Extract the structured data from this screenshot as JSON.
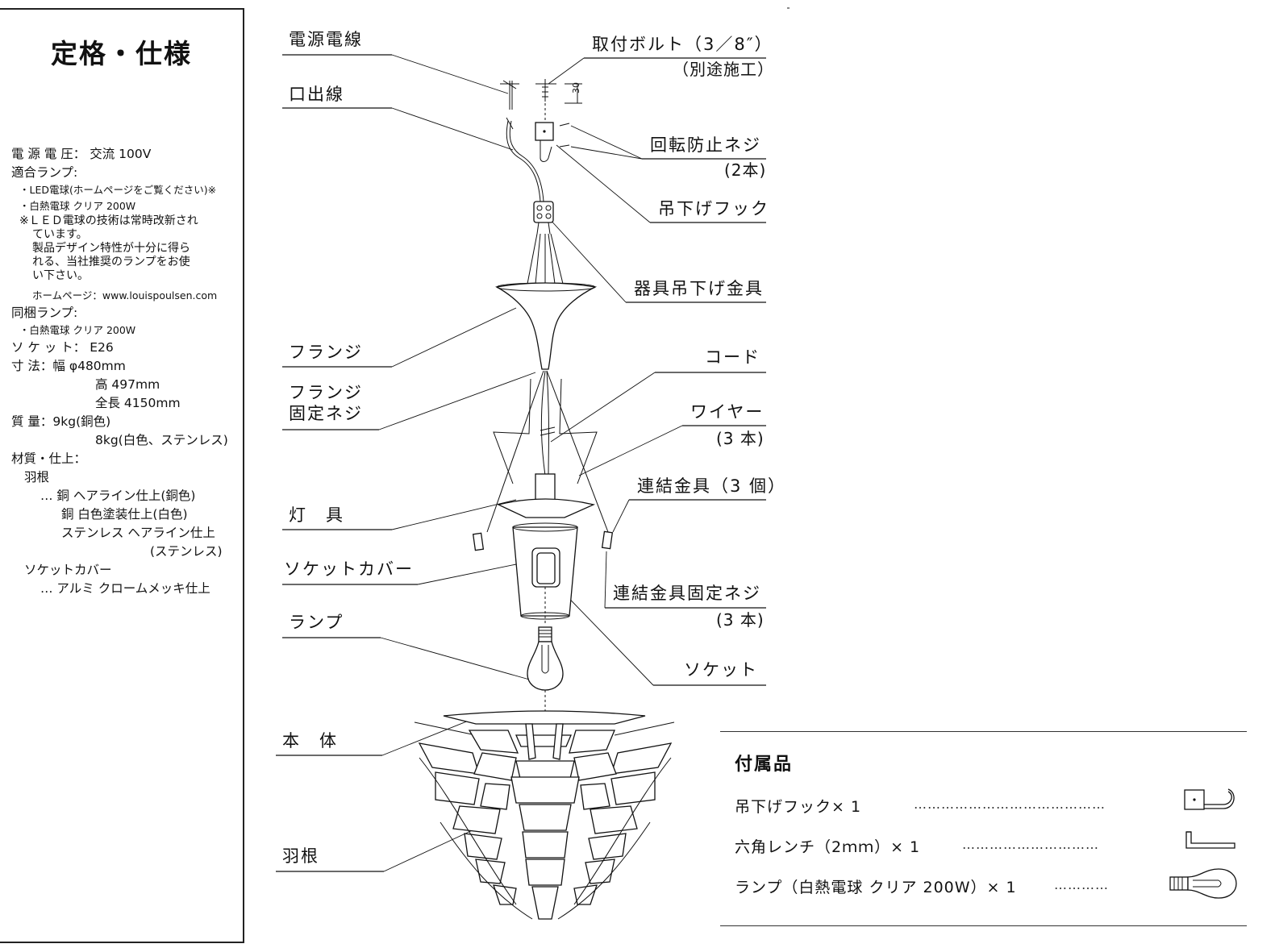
{
  "spec": {
    "title": "定格・仕様",
    "lines": [
      "電 源 電 圧： 交流 100V",
      "適合ランプ:",
      "・LED電球(ホームページをご覧ください)※",
      "・白熱電球 クリア 200W",
      "※ＬＥＤ電球の技術は常時改新され",
      "ています。",
      "製品デザイン特性が十分に得ら",
      "れる、当社推奨のランプをお使",
      "い下さい。",
      "ホームページ：www.louispoulsen.com",
      "同梱ランプ:",
      "・白熱電球 クリア 200W",
      "ソ ケ ッ ト： E26",
      "寸 法：幅 φ480mm",
      "高 497mm",
      "全長 4150mm",
      "質 量：9kg(銅色)",
      "8kg(白色、ステンレス)",
      "材質・仕上：",
      "羽根",
      "… 銅 ヘアライン仕上(銅色)",
      "銅 白色塗装仕上(白色)",
      "ステンレス ヘアライン仕上",
      "(ステンレス)",
      "ソケットカバー",
      "… アルミ クロームメッキ仕上"
    ]
  },
  "labels": {
    "power_cord": "電源電線",
    "mount_bolt": "取付ボルト（3／8″）",
    "mount_bolt_note": "（別途施工）",
    "outlet_wire": "口出線",
    "anti_rotation_screw": "回転防止ネジ",
    "anti_rotation_screw_qty": "(2本)",
    "hanging_hook": "吊下げフック",
    "fixture_hanger": "器具吊下げ金具",
    "flange": "フランジ",
    "cord": "コード",
    "flange_screw_1": "フランジ",
    "flange_screw_2": "固定ネジ",
    "wire": "ワイヤー",
    "wire_qty": "(3 本)",
    "connector": "連結金具（3 個）",
    "fixture": "灯　具",
    "socket_cover": "ソケットカバー",
    "connector_screw": "連結金具固定ネジ",
    "connector_screw_qty": "(3 本)",
    "lamp": "ランプ",
    "socket": "ソケット",
    "body": "本　体",
    "blades": "羽根",
    "dim_30": "30"
  },
  "accessories": {
    "title": "付属品",
    "items": [
      {
        "label": "吊下げフック× 1",
        "dots": "……………………………………",
        "icon": "hook-icon"
      },
      {
        "label": "六角レンチ（2ｍｍ）× 1",
        "dots": "…………………………",
        "icon": "hex-wrench-icon"
      },
      {
        "label": "ランプ（白熱電球 クリア 200W）× 1",
        "dots": "…………",
        "icon": "bulb-icon"
      }
    ]
  }
}
